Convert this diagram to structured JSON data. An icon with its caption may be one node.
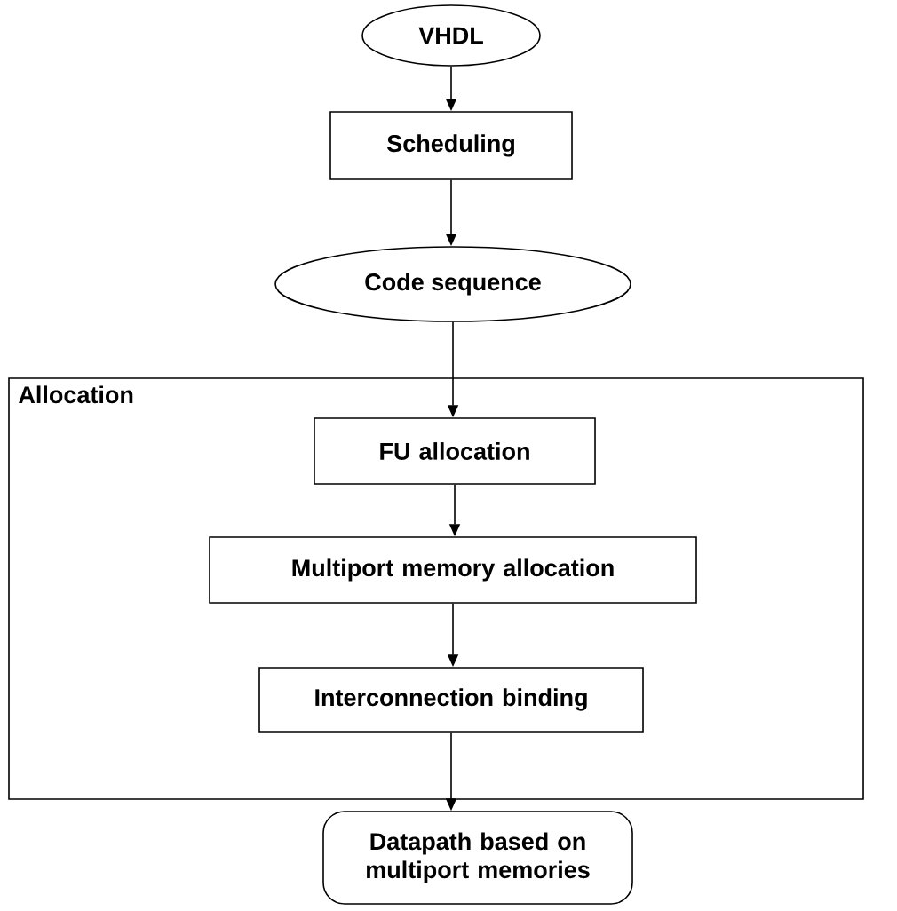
{
  "diagram": {
    "nodes": [
      {
        "text": [
          "VHDL"
        ]
      },
      {
        "text": [
          "Scheduling"
        ]
      },
      {
        "text": [
          "Code sequence"
        ]
      },
      {
        "text": [
          "Allocation"
        ]
      },
      {
        "text": [
          "FU allocation"
        ],
        "in": 3
      },
      {
        "text": [
          "Multiport memory allocation"
        ],
        "in": 3
      },
      {
        "text": [
          "Interconnection binding"
        ],
        "in": 3
      },
      {
        "text": [
          "Datapath based on multiport memories"
        ]
      }
    ],
    "edges": [
      {
        "from": 0,
        "to": 1,
        "arrow": "to"
      },
      {
        "from": 1,
        "to": 2,
        "arrow": "to"
      },
      {
        "from": 2,
        "to": 4,
        "arrow": "to"
      },
      {
        "from": 4,
        "to": 5,
        "arrow": "to"
      },
      {
        "from": 5,
        "to": 6,
        "arrow": "to"
      },
      {
        "from": 6,
        "to": 7,
        "arrow": "to"
      }
    ]
  }
}
